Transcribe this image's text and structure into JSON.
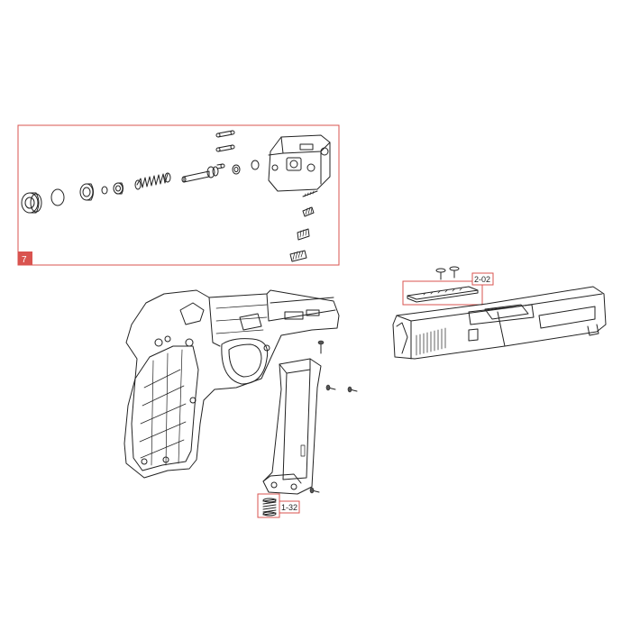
{
  "callouts": {
    "assembly_group": {
      "label": "7",
      "color": "#d9534f"
    },
    "slide_part": {
      "label": "2-02",
      "color": "#d9534f"
    },
    "spring_part": {
      "label": "1-32",
      "color": "#d9534f"
    }
  }
}
